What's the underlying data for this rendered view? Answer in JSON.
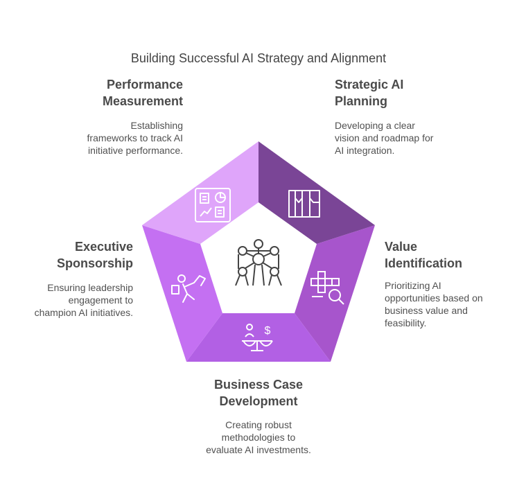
{
  "title": "Building Successful AI Strategy and Alignment",
  "segments": [
    {
      "heading_line1": "Strategic AI",
      "heading_line2": "Planning",
      "desc_lines": [
        "Developing a clear",
        "vision and roadmap for",
        "AI integration."
      ],
      "icon": "columns-icon",
      "color": "#7a4596"
    },
    {
      "heading_line1": "Value",
      "heading_line2": "Identification",
      "desc_lines": [
        "Prioritizing AI",
        "opportunities based on",
        "business value and",
        "feasibility."
      ],
      "icon": "search-grid-icon",
      "color": "#a755cc"
    },
    {
      "heading_line1": "Business Case",
      "heading_line2": "Development",
      "desc_lines": [
        "Creating robust",
        "methodologies to",
        "evaluate AI investments."
      ],
      "icon": "scale-dollar-icon",
      "color": "#b260e4"
    },
    {
      "heading_line1": "Executive",
      "heading_line2": "Sponsorship",
      "desc_lines": [
        "Ensuring leadership",
        "engagement to",
        "champion AI initiatives."
      ],
      "icon": "climbing-person-icon",
      "color": "#c470f2"
    },
    {
      "heading_line1": "Performance",
      "heading_line2": "Measurement",
      "desc_lines": [
        "Establishing",
        "frameworks to track AI",
        "initiative performance."
      ],
      "icon": "dashboard-icon",
      "color": "#dfa5fa"
    }
  ],
  "center_icon": "atomium-icon"
}
